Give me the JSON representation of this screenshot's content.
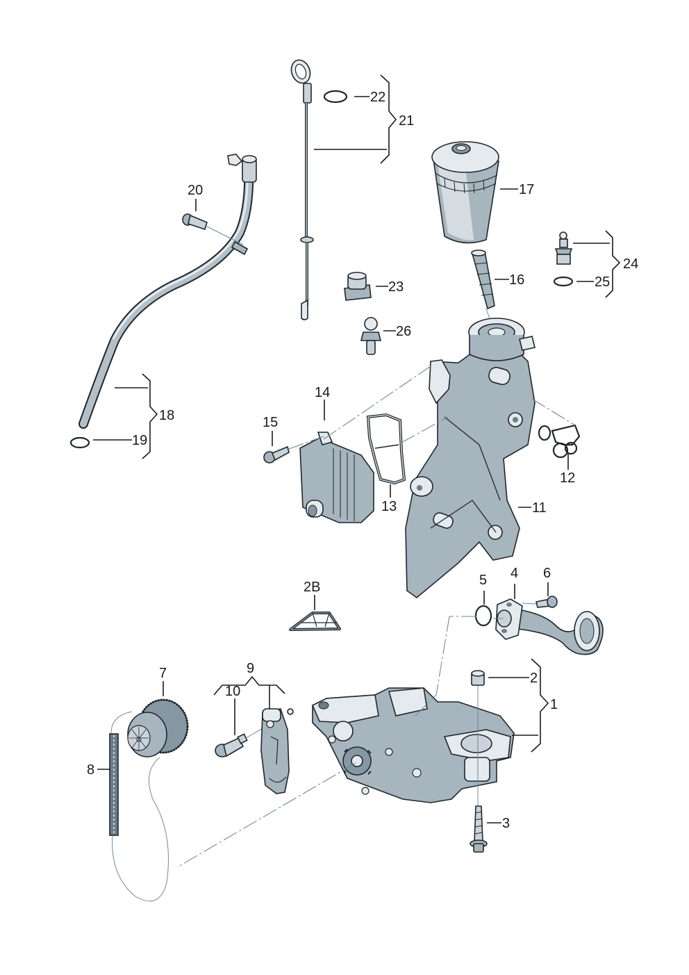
{
  "title": "Oil pump / oil filter housing / oil cooler exploded parts diagram",
  "colors": {
    "background": "#ffffff",
    "part_fill": "#a6b5be",
    "part_dark": "#8597a2",
    "part_light": "#e4eaee",
    "outline": "#1f262b",
    "label": "#1a1a1a",
    "dash_line": "#6c8a9c"
  },
  "labels": {
    "p1": "1",
    "p2": "2",
    "p2b": "2B",
    "p3": "3",
    "p4": "4",
    "p5": "5",
    "p6": "6",
    "p7": "7",
    "p8": "8",
    "p9": "9",
    "p10": "10",
    "p11": "11",
    "p12": "12",
    "p13": "13",
    "p14": "14",
    "p15": "15",
    "p16": "16",
    "p17": "17",
    "p18": "18",
    "p19": "19",
    "p20": "20",
    "p21": "21",
    "p22": "22",
    "p23": "23",
    "p24": "24",
    "p25": "25",
    "p26": "26"
  },
  "parts": [
    {
      "number": "1",
      "name": "oil-pump"
    },
    {
      "number": "2",
      "name": "sleeve"
    },
    {
      "number": "2B",
      "name": "baffle"
    },
    {
      "number": "3",
      "name": "bolt"
    },
    {
      "number": "4",
      "name": "intake-pipe"
    },
    {
      "number": "5",
      "name": "o-ring"
    },
    {
      "number": "6",
      "name": "bolt"
    },
    {
      "number": "7",
      "name": "chain-sprocket"
    },
    {
      "number": "8",
      "name": "drive-chain"
    },
    {
      "number": "9",
      "name": "chain-tensioner-set"
    },
    {
      "number": "10",
      "name": "shoulder-bolt"
    },
    {
      "number": "11",
      "name": "oil-filter-housing"
    },
    {
      "number": "12",
      "name": "seal-set"
    },
    {
      "number": "13",
      "name": "gasket"
    },
    {
      "number": "14",
      "name": "oil-cooler"
    },
    {
      "number": "15",
      "name": "bolt"
    },
    {
      "number": "16",
      "name": "filter-strainer"
    },
    {
      "number": "17",
      "name": "oil-filter"
    },
    {
      "number": "18",
      "name": "dipstick-guide-tube"
    },
    {
      "number": "19",
      "name": "o-ring"
    },
    {
      "number": "20",
      "name": "bolt"
    },
    {
      "number": "21",
      "name": "oil-dipstick"
    },
    {
      "number": "22",
      "name": "o-ring"
    },
    {
      "number": "23",
      "name": "plug"
    },
    {
      "number": "24",
      "name": "oil-pressure-switch"
    },
    {
      "number": "25",
      "name": "seal-ring"
    },
    {
      "number": "26",
      "name": "oil-pressure-switch"
    }
  ]
}
